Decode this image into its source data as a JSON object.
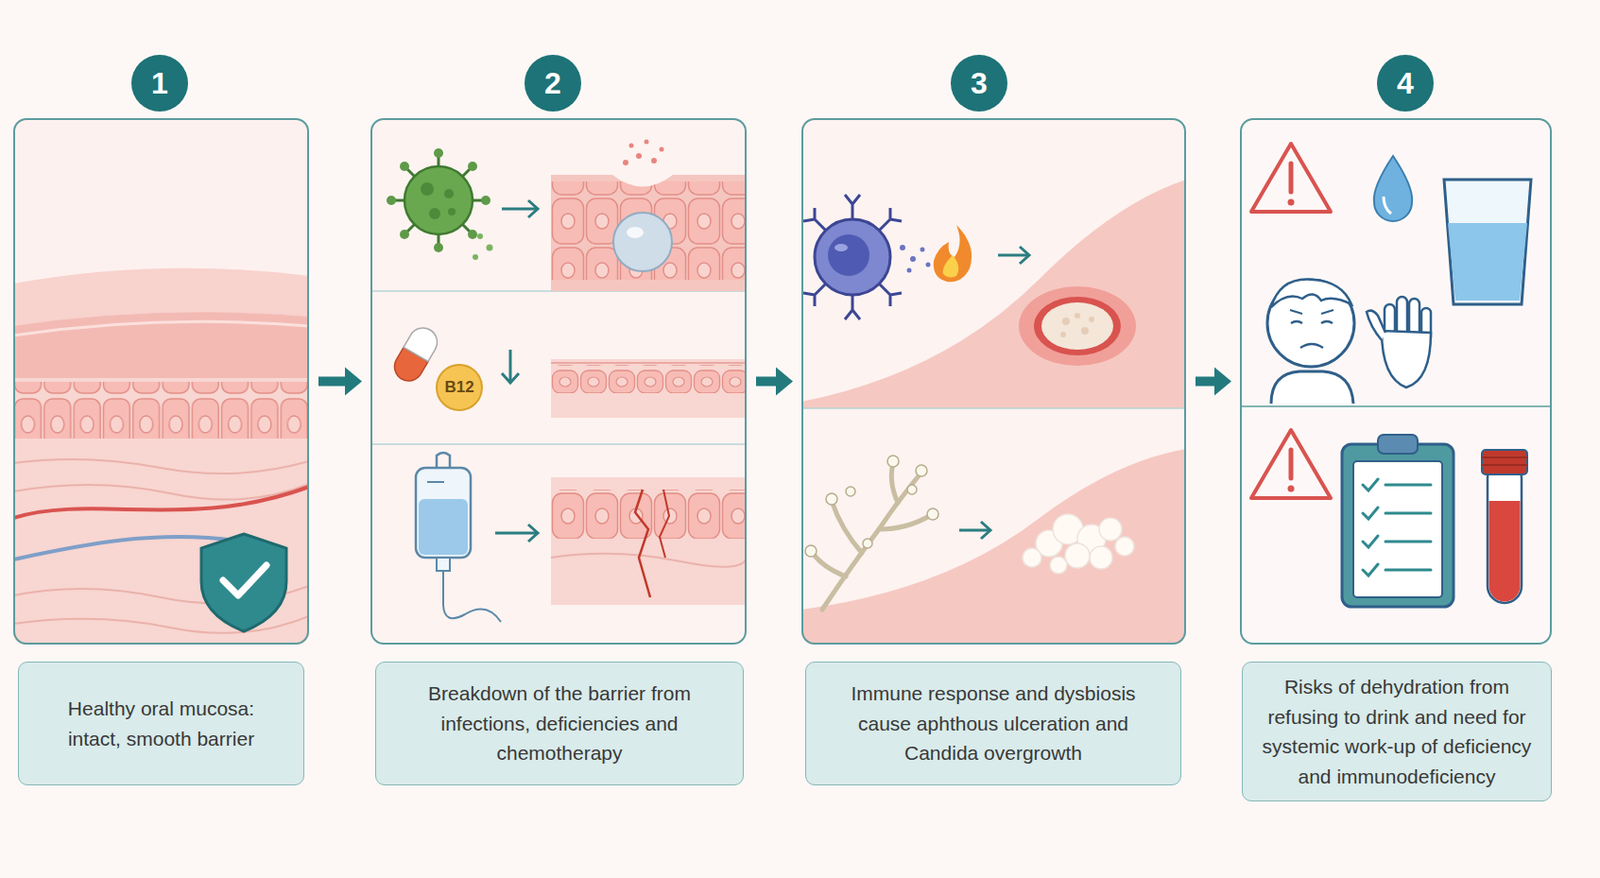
{
  "diagram": {
    "nodes": [
      {
        "text": [
          "1"
        ]
      },
      {
        "text": [
          "Healthy oral mucosa: intact, smooth barrier"
        ]
      },
      {
        "text": [
          "2"
        ]
      },
      {
        "text": [
          "Breakdown of the barrier from infections, deficiencies and chemotherapy"
        ]
      },
      {
        "text": [
          "3"
        ]
      },
      {
        "text": [
          "Immune response and dysbiosis cause aphthous ulceration and Candida overgrowth"
        ]
      },
      {
        "text": [
          "4"
        ]
      },
      {
        "text": [
          "Risks of dehydration from refusing to drink and need for systemic work-up of deficiency and immunodeficiency"
        ]
      }
    ],
    "edges": [
      {
        "from": 0,
        "to": 2,
        "arrow": "to"
      },
      {
        "from": 2,
        "to": 4,
        "arrow": "to"
      },
      {
        "from": 4,
        "to": 6,
        "arrow": "to"
      }
    ],
    "labels": [
      "B12"
    ]
  }
}
